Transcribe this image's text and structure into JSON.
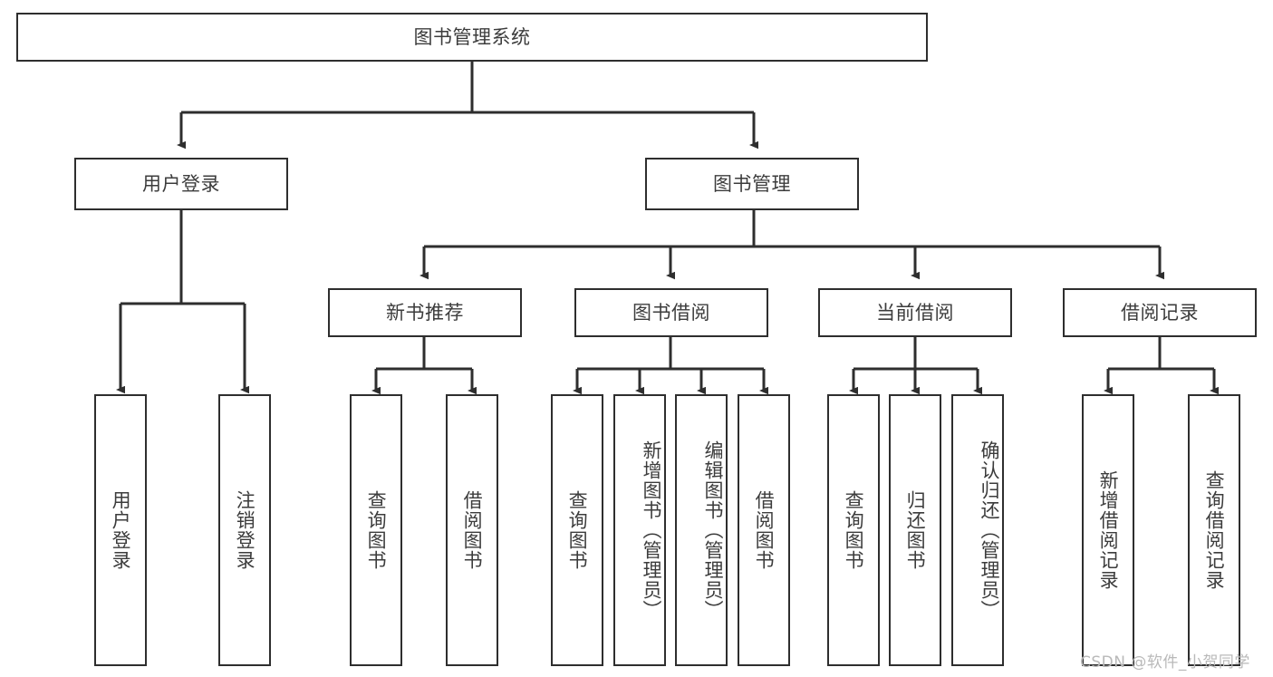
{
  "diagram": {
    "type": "tree",
    "title": "图书管理系统",
    "colors": {
      "border": "#2e2e2e",
      "text": "#3c3c3c",
      "background": "#ffffff",
      "connector": "#2e2e2e",
      "watermark": "#b9b9b9"
    },
    "watermark": "CSDN @软件_小贺同学"
  },
  "nodes": {
    "root": {
      "label": "图书管理系统"
    },
    "tier1": [
      {
        "id": "user-login",
        "label": "用户登录"
      },
      {
        "id": "book-manage",
        "label": "图书管理"
      }
    ],
    "tier2": [
      {
        "id": "new-book-recommend",
        "label": "新书推荐"
      },
      {
        "id": "book-borrow",
        "label": "图书借阅"
      },
      {
        "id": "current-borrow",
        "label": "当前借阅"
      },
      {
        "id": "borrow-record",
        "label": "借阅记录"
      }
    ],
    "leaves": [
      {
        "id": "leaf-user-login",
        "label": "用户登录",
        "parent": "user-login"
      },
      {
        "id": "leaf-logout",
        "label": "注销登录",
        "parent": "user-login"
      },
      {
        "id": "leaf-query-book-1",
        "label": "查询图书",
        "parent": "new-book-recommend"
      },
      {
        "id": "leaf-borrow-book-1",
        "label": "借阅图书",
        "parent": "new-book-recommend"
      },
      {
        "id": "leaf-query-book-2",
        "label": "查询图书",
        "parent": "book-borrow"
      },
      {
        "id": "leaf-add-book",
        "label": "新增图书（管理员）",
        "parent": "book-borrow"
      },
      {
        "id": "leaf-edit-book",
        "label": "编辑图书（管理员）",
        "parent": "book-borrow"
      },
      {
        "id": "leaf-borrow-book-2",
        "label": "借阅图书",
        "parent": "book-borrow"
      },
      {
        "id": "leaf-query-book-3",
        "label": "查询图书",
        "parent": "current-borrow"
      },
      {
        "id": "leaf-return-book",
        "label": "归还图书",
        "parent": "current-borrow"
      },
      {
        "id": "leaf-confirm-return",
        "label": "确认归还（管理员）",
        "parent": "current-borrow"
      },
      {
        "id": "leaf-add-record",
        "label": "新增借阅记录",
        "parent": "borrow-record"
      },
      {
        "id": "leaf-query-record",
        "label": "查询借阅记录",
        "parent": "borrow-record"
      }
    ]
  }
}
